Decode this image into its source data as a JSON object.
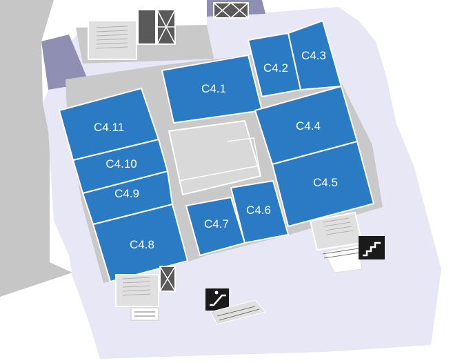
{
  "colors": {
    "room": "#2a7bc4",
    "room_border": "#ffffff",
    "corridor": "#c9c9c9",
    "floor": "#e7e7f6",
    "other_building": "#c6c6c6",
    "purple_wing": "#8f8fb4",
    "dark_block": "#5a5a5a",
    "label": "#ffffff"
  },
  "rooms": [
    {
      "id": "c4-1",
      "label": "C4.1"
    },
    {
      "id": "c4-2",
      "label": "C4.2"
    },
    {
      "id": "c4-3",
      "label": "C4.3"
    },
    {
      "id": "c4-4",
      "label": "C4.4"
    },
    {
      "id": "c4-5",
      "label": "C4.5"
    },
    {
      "id": "c4-6",
      "label": "C4.6"
    },
    {
      "id": "c4-7",
      "label": "C4.7"
    },
    {
      "id": "c4-8",
      "label": "C4.8"
    },
    {
      "id": "c4-9",
      "label": "C4.9"
    },
    {
      "id": "c4-10",
      "label": "C4.10"
    },
    {
      "id": "c4-11",
      "label": "C4.11"
    }
  ],
  "icons": {
    "stairs": "stairs-icon",
    "escalator": "escalator-icon",
    "elevator": "elevator-icon"
  }
}
